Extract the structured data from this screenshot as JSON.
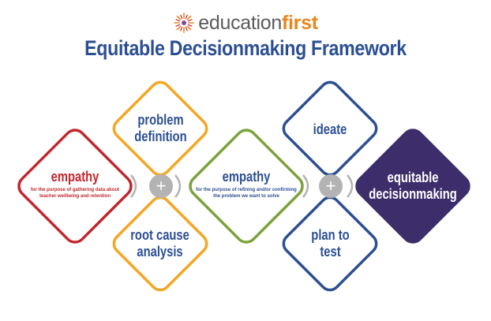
{
  "logo": {
    "text_prefix": "education",
    "text_suffix": "first"
  },
  "title": "Equitable Decisionmaking Framework",
  "nodes": {
    "empathy1": {
      "label": "empathy",
      "sub": "for the purpose of gathering data about\nteacher wellbeing and retention",
      "color": "#c1272d"
    },
    "problem": {
      "label": "problem\ndefinition",
      "color": "#f5a623"
    },
    "rootcause": {
      "label": "root cause\nanalysis",
      "color": "#f5a623"
    },
    "empathy2": {
      "label": "empathy",
      "sub": "for the purpose of refining and/or confirming\nthe problem we want to solve",
      "color": "#7aa23a"
    },
    "ideate": {
      "label": "ideate",
      "color": "#2c4f93"
    },
    "plantotest": {
      "label": "plan to\ntest",
      "color": "#2c4f93"
    },
    "equitable": {
      "label": "equitable\ndecisionmaking",
      "color": "#3d2e6b"
    }
  },
  "plus_symbol": "+",
  "colors": {
    "plus_circle": "#b3b3b3",
    "arc": "#b3b3b3"
  }
}
